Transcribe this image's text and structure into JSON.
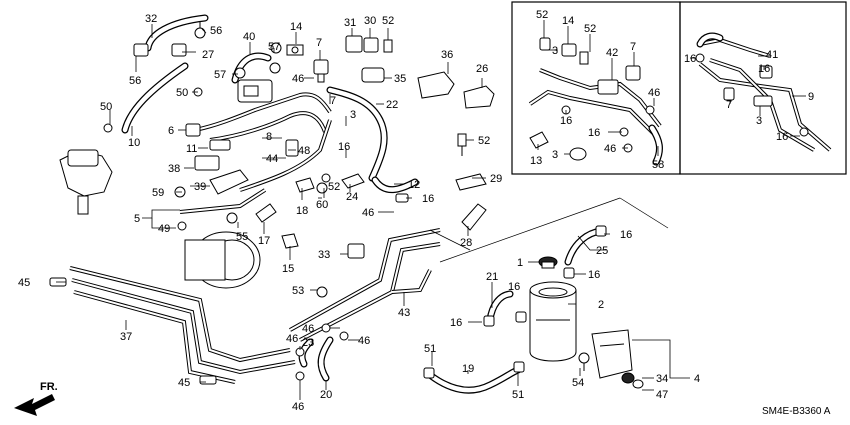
{
  "diagram_code": "SM4E-B3360 A",
  "direction_label": "FR.",
  "callouts": [
    {
      "id": "c32",
      "label": "32"
    },
    {
      "id": "c56a",
      "label": "56"
    },
    {
      "id": "c27",
      "label": "27"
    },
    {
      "id": "c56b",
      "label": "56"
    },
    {
      "id": "c40",
      "label": "40"
    },
    {
      "id": "c57a",
      "label": "57"
    },
    {
      "id": "c57b",
      "label": "57"
    },
    {
      "id": "c14a",
      "label": "14"
    },
    {
      "id": "c7a",
      "label": "7"
    },
    {
      "id": "c31",
      "label": "31"
    },
    {
      "id": "c30",
      "label": "30"
    },
    {
      "id": "c52a",
      "label": "52"
    },
    {
      "id": "c36",
      "label": "36"
    },
    {
      "id": "c26",
      "label": "26"
    },
    {
      "id": "c35",
      "label": "35"
    },
    {
      "id": "c50a",
      "label": "50"
    },
    {
      "id": "c50b",
      "label": "50"
    },
    {
      "id": "c46a",
      "label": "46"
    },
    {
      "id": "c7b",
      "label": "7"
    },
    {
      "id": "c22",
      "label": "22"
    },
    {
      "id": "c10",
      "label": "10"
    },
    {
      "id": "c6",
      "label": "6"
    },
    {
      "id": "c11",
      "label": "11"
    },
    {
      "id": "c8",
      "label": "8"
    },
    {
      "id": "c3a",
      "label": "3"
    },
    {
      "id": "c52b",
      "label": "52"
    },
    {
      "id": "c38",
      "label": "38"
    },
    {
      "id": "c48",
      "label": "48"
    },
    {
      "id": "c44",
      "label": "44"
    },
    {
      "id": "c16a",
      "label": "16"
    },
    {
      "id": "c39",
      "label": "39"
    },
    {
      "id": "c59",
      "label": "59"
    },
    {
      "id": "c52c",
      "label": "52"
    },
    {
      "id": "c24",
      "label": "24"
    },
    {
      "id": "c12",
      "label": "12"
    },
    {
      "id": "c29",
      "label": "29"
    },
    {
      "id": "c18",
      "label": "18"
    },
    {
      "id": "c60",
      "label": "60"
    },
    {
      "id": "c16b",
      "label": "16"
    },
    {
      "id": "c46b",
      "label": "46"
    },
    {
      "id": "c5",
      "label": "5"
    },
    {
      "id": "c49",
      "label": "49"
    },
    {
      "id": "c55",
      "label": "55"
    },
    {
      "id": "c17",
      "label": "17"
    },
    {
      "id": "c28",
      "label": "28"
    },
    {
      "id": "c33",
      "label": "33"
    },
    {
      "id": "c15",
      "label": "15"
    },
    {
      "id": "c25",
      "label": "25"
    },
    {
      "id": "c16c",
      "label": "16"
    },
    {
      "id": "c1",
      "label": "1"
    },
    {
      "id": "c16d",
      "label": "16"
    },
    {
      "id": "c45a",
      "label": "45"
    },
    {
      "id": "c21",
      "label": "21"
    },
    {
      "id": "c53",
      "label": "53"
    },
    {
      "id": "c16e",
      "label": "16"
    },
    {
      "id": "c2",
      "label": "2"
    },
    {
      "id": "c43",
      "label": "43"
    },
    {
      "id": "c37",
      "label": "37"
    },
    {
      "id": "c16f",
      "label": "16"
    },
    {
      "id": "c46c",
      "label": "46"
    },
    {
      "id": "c23",
      "label": "23"
    },
    {
      "id": "c46d",
      "label": "46"
    },
    {
      "id": "c46e",
      "label": "46"
    },
    {
      "id": "c51a",
      "label": "51"
    },
    {
      "id": "c19",
      "label": "19"
    },
    {
      "id": "c51b",
      "label": "51"
    },
    {
      "id": "c45b",
      "label": "45"
    },
    {
      "id": "c20",
      "label": "20"
    },
    {
      "id": "c46f",
      "label": "46"
    },
    {
      "id": "c54",
      "label": "54"
    },
    {
      "id": "c34",
      "label": "34"
    },
    {
      "id": "c47",
      "label": "47"
    },
    {
      "id": "c4",
      "label": "4"
    },
    {
      "id": "i52a",
      "label": "52"
    },
    {
      "id": "i14",
      "label": "14"
    },
    {
      "id": "i52b",
      "label": "52"
    },
    {
      "id": "i3a",
      "label": "3"
    },
    {
      "id": "i42",
      "label": "42"
    },
    {
      "id": "i7",
      "label": "7"
    },
    {
      "id": "i46a",
      "label": "46"
    },
    {
      "id": "i16a",
      "label": "16"
    },
    {
      "id": "i16b",
      "label": "16"
    },
    {
      "id": "i46b",
      "label": "46"
    },
    {
      "id": "i13",
      "label": "13"
    },
    {
      "id": "i3b",
      "label": "3"
    },
    {
      "id": "i58",
      "label": "58"
    },
    {
      "id": "j16a",
      "label": "16"
    },
    {
      "id": "j41",
      "label": "41"
    },
    {
      "id": "j16b",
      "label": "16"
    },
    {
      "id": "j7",
      "label": "7"
    },
    {
      "id": "j9",
      "label": "9"
    },
    {
      "id": "j3",
      "label": "3"
    },
    {
      "id": "j16c",
      "label": "16"
    }
  ]
}
